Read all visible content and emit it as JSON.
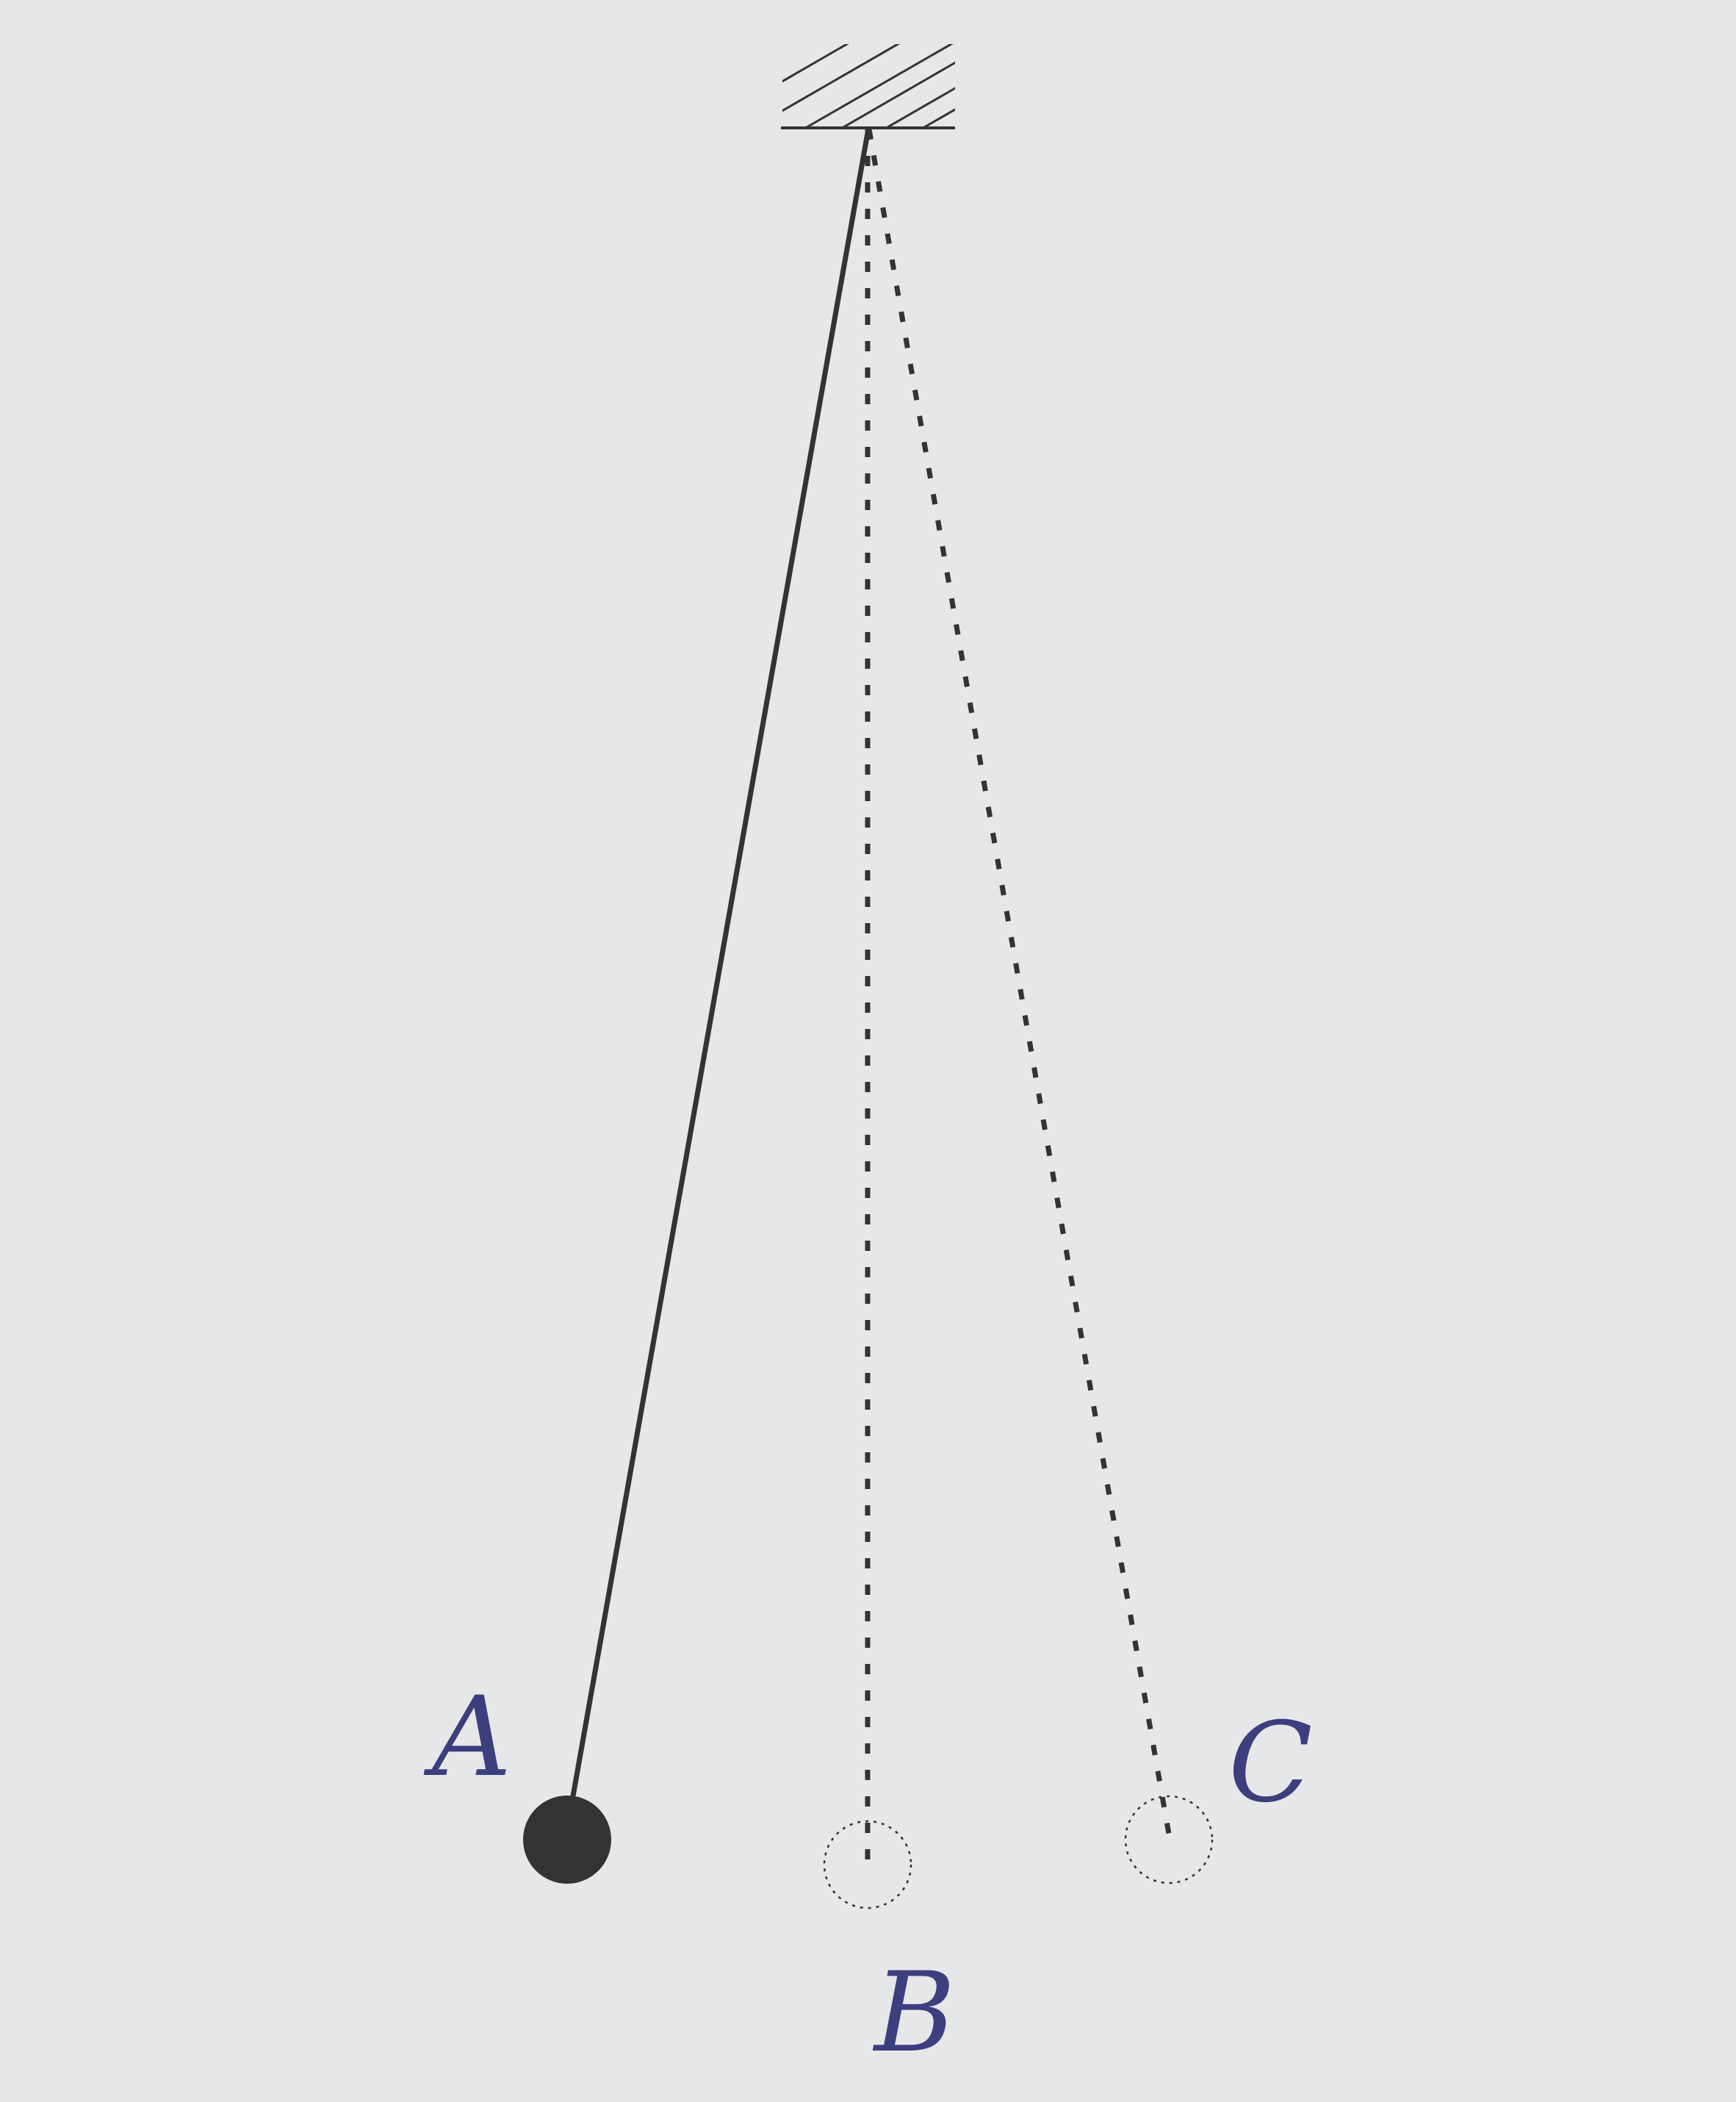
{
  "diagram": {
    "colors": {
      "background": "#e6e7e9",
      "line": "#333333",
      "label": "#3c3f7e"
    },
    "support": {
      "icon": "hatched-ceiling-support"
    },
    "positions": [
      {
        "id": "A",
        "label": "A",
        "state": "solid-bob"
      },
      {
        "id": "B",
        "label": "B",
        "state": "dotted-outline"
      },
      {
        "id": "C",
        "label": "C",
        "state": "dotted-outline"
      }
    ]
  }
}
